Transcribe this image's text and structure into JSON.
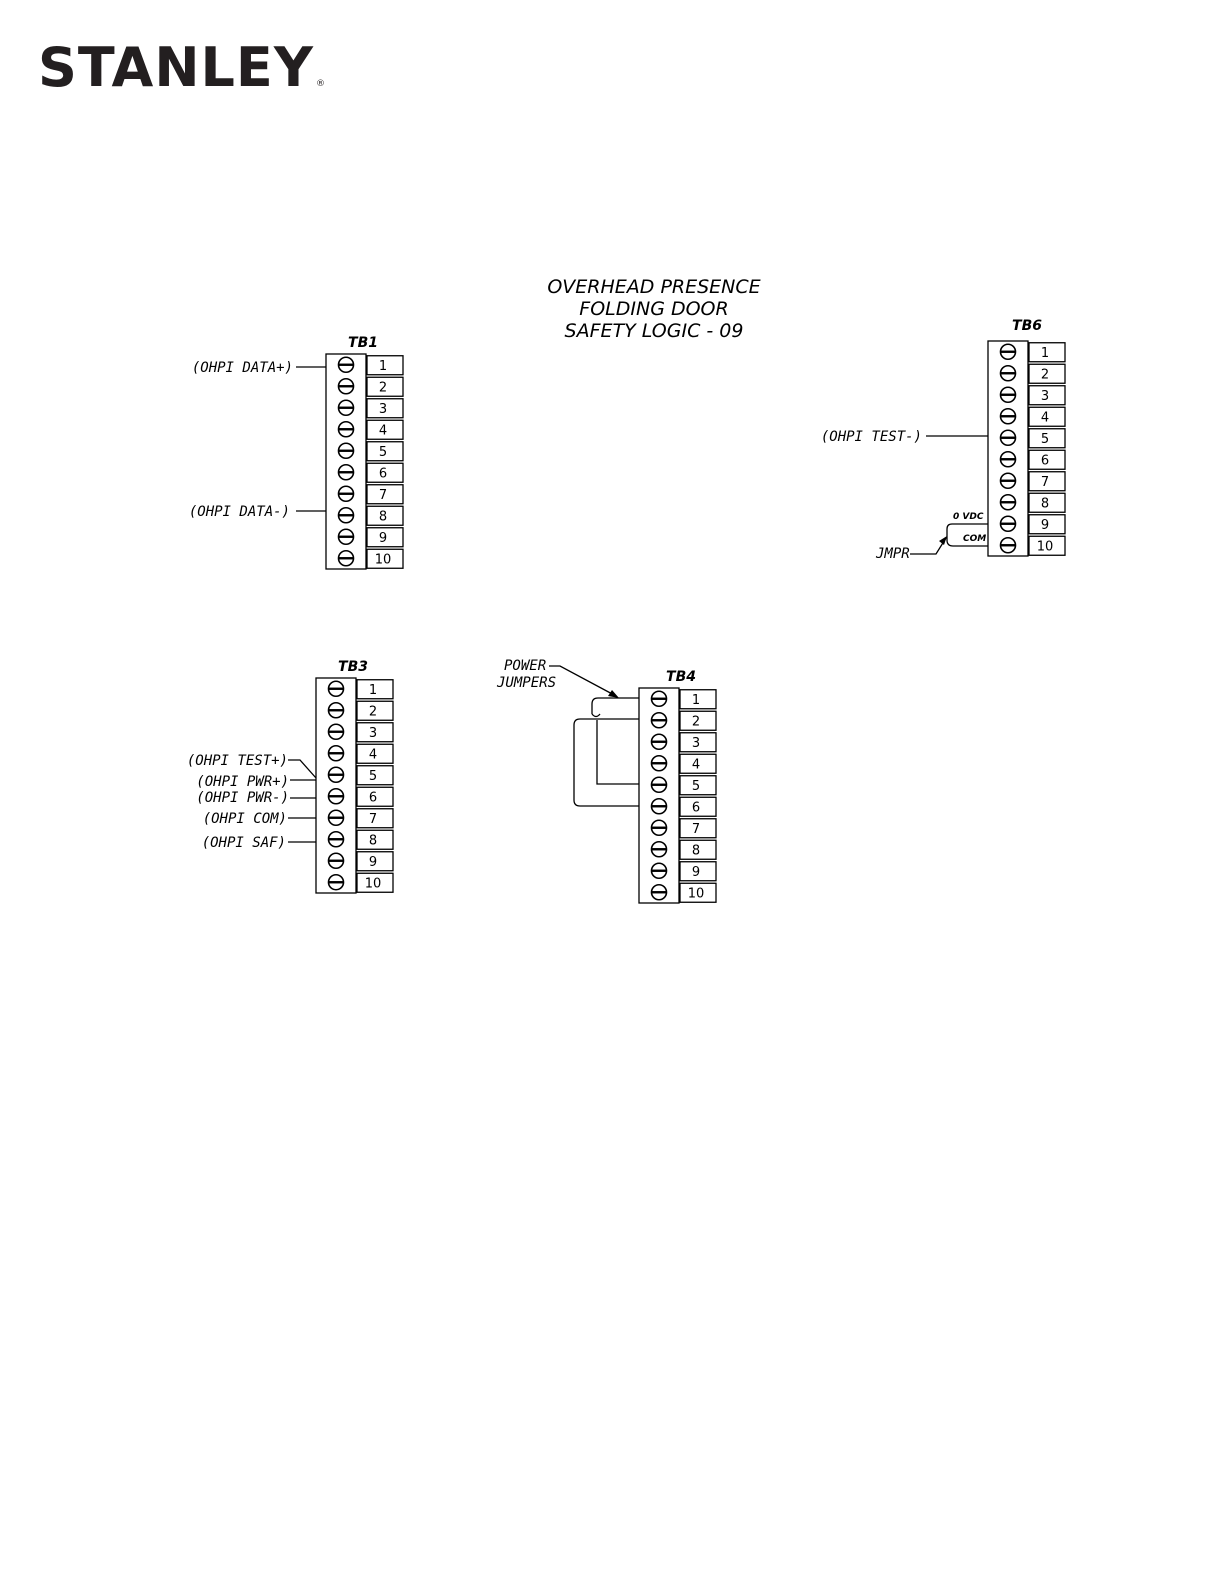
{
  "brand": {
    "name": "STANLEY",
    "registered_mark": "®"
  },
  "title": {
    "lines": [
      "OVERHEAD PRESENCE",
      "FOLDING DOOR",
      "SAFETY LOGIC - 09"
    ]
  },
  "terminal_blocks": [
    {
      "id": "tb1",
      "label": "TB1",
      "terminals": [
        "1",
        "2",
        "3",
        "4",
        "5",
        "6",
        "7",
        "8",
        "9",
        "10"
      ]
    },
    {
      "id": "tb6",
      "label": "TB6",
      "terminals": [
        "1",
        "2",
        "3",
        "4",
        "5",
        "6",
        "7",
        "8",
        "9",
        "10"
      ]
    },
    {
      "id": "tb3",
      "label": "TB3",
      "terminals": [
        "1",
        "2",
        "3",
        "4",
        "5",
        "6",
        "7",
        "8",
        "9",
        "10"
      ]
    },
    {
      "id": "tb4",
      "label": "TB4",
      "terminals": [
        "1",
        "2",
        "3",
        "4",
        "5",
        "6",
        "7",
        "8",
        "9",
        "10"
      ]
    }
  ],
  "connections": {
    "tb1_data_plus": {
      "label": "(OHPI DATA+)",
      "terminal": "1"
    },
    "tb1_data_minus": {
      "label": "(OHPI DATA-)",
      "terminal": "8"
    },
    "tb6_test_minus": {
      "label": "(OHPI TEST-)",
      "terminal": "5"
    },
    "tb3_test_plus": {
      "label": "(OHPI TEST+)",
      "terminal": "5"
    },
    "tb3_pwr_plus": {
      "label": "(OHPI PWR+)",
      "terminal": "5"
    },
    "tb3_pwr_minus": {
      "label": "(OHPI PWR-)",
      "terminal": "6"
    },
    "tb3_com": {
      "label": "(OHPI COM)",
      "terminal": "7"
    },
    "tb3_saf": {
      "label": "(OHPI SAF)",
      "terminal": "8"
    }
  },
  "jumpers": {
    "jmpr_label": "JMPR",
    "tb6_vdc_label": "0 VDC",
    "tb6_com_label": "COM",
    "power_jumpers_label_line1": "POWER",
    "power_jumpers_label_line2": "JUMPERS"
  }
}
